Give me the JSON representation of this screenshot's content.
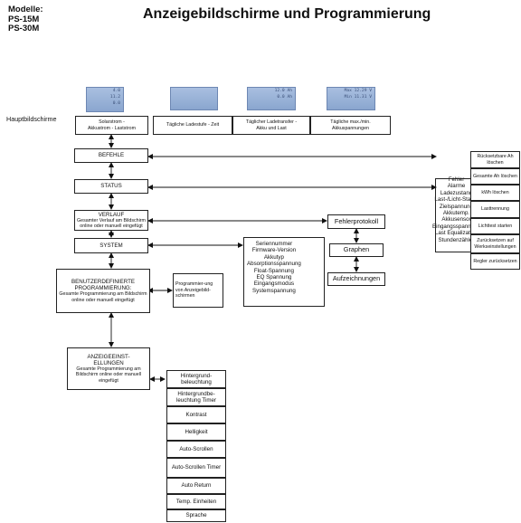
{
  "header": {
    "models_label": "Modelle:",
    "model_1": "PS-15M",
    "model_2": "PS-30M",
    "title": "Anzeigebildschirme und Programmierung"
  },
  "main_screens": {
    "label": "Hauptbildschirme",
    "screens": [
      {
        "label_1": "Solarstrom -",
        "label_2": "Akkustrom - Laststrom",
        "lcd": [
          "4.0",
          "11.2",
          "0.0"
        ]
      },
      {
        "label_1": "Tägliche Ladestufe - Zeit",
        "label_2": "",
        "lcd": [
          "",
          "",
          ""
        ]
      },
      {
        "label_1": "Täglicher Ladetransfer -",
        "label_2": "Akku und Last",
        "lcd": [
          "",
          "12.0 Ah",
          "0.0 Ah"
        ]
      },
      {
        "label_1": "Tägliche max./min.",
        "label_2": "Akkuspannungen",
        "lcd": [
          "",
          "Max 12.29 V",
          "Min 11.31 V"
        ]
      }
    ]
  },
  "menu": {
    "befehle": "BEFEHLE",
    "status": "STATUS",
    "verlauf_title": "VERLAUF",
    "verlauf_desc": "Gesamter Verlauf am Bildschirm online oder manuell eingefügt",
    "system": "SYSTEM",
    "benutzer_title": "BENUTZERDEFINIERTE PROGRAMMIERUNG:",
    "benutzer_desc": "Gesamte Programmierung am Bildschirm online oder manuell eingefügt",
    "anzeige_title_1": "ANZEIGEEINST-",
    "anzeige_title_2": "ELLUNGEN",
    "anzeige_desc": "Gesamte Programmierung am Bildschirm online oder manuell eingefügt"
  },
  "verlauf_branch": {
    "fehlerprotokoll": "Fehlerprotokoll",
    "graphen": "Graphen",
    "aufzeichnungen": "Aufzeichnungen"
  },
  "programmierung_box": "Programmier-ung von Anzeigebild-schirmen",
  "status_list": [
    "Fehler",
    "Alarme",
    "Ladezustand",
    "Last-/Licht-Status",
    "Zielspannung",
    "Akkutemp.",
    "Akkusensor",
    "Eingangsspannung",
    "Last Equalization",
    "Stundenzähler"
  ],
  "system_list": [
    "Seriennummer",
    "Firmware-Version",
    "Akkutyp",
    "Absorptionsspannung",
    "Float-Spannung",
    "EQ Spannung",
    "Eingangsmodus",
    "Systemspannung"
  ],
  "befehle_list": [
    "Rücksetzbare Ah löschen",
    "Gesamte Ah löschen",
    "kWh löschen",
    "Lasttrennung",
    "Lichttest starten",
    "Zurücksetzen auf Werkseinstellungen",
    "Regler zurücksetzen"
  ],
  "display_settings": [
    "Hintergrund-beleuchtung",
    "Hintergrundbe-leuchtung Timer",
    "Kontrast",
    "Helligkeit",
    "Auto-Scrollen",
    "Auto-Scrollen Timer",
    "Auto Return",
    "Temp. Einheiten",
    "Sprache"
  ]
}
